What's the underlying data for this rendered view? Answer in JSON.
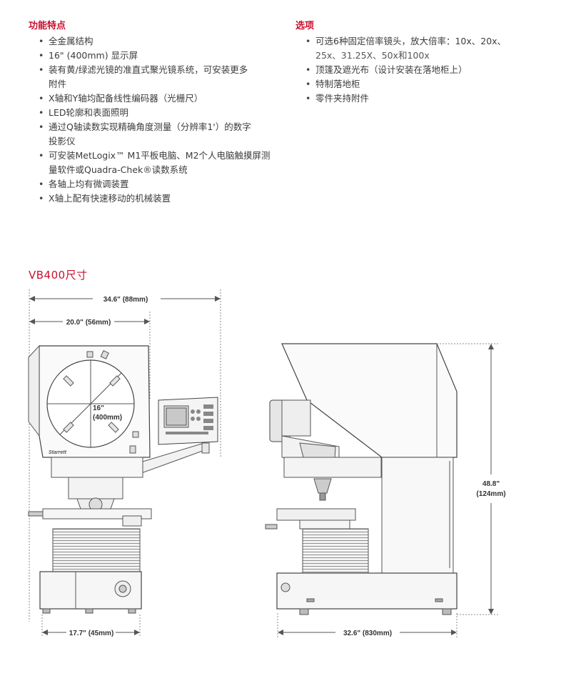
{
  "features": {
    "title": "功能特点",
    "items": [
      "全金属结构",
      "16\" (400mm) 显示屏",
      "装有黄/绿滤光镜的准直式聚光镜系统，可安装更多",
      "附件",
      "X轴和Y轴均配备线性编码器（光栅尺）",
      "LED轮廓和表面照明",
      "通过Q轴读数实现精确角度测量（分辨率1'）的数字",
      "投影仪",
      "可安装MetLogix™ M1平板电脑、M2个人电脑触摸屏测",
      "量软件或Quadra-Chek®读数系统",
      "各轴上均有微调装置",
      "X轴上配有快速移动的机械装置"
    ]
  },
  "options": {
    "title": "选项",
    "items": [
      "可选6种固定倍率镜头，放大倍率：10x、20x、",
      "25x、31.25X、50x和100x",
      "顶篷及遮光布（设计安装在落地柜上）",
      "特制落地柜",
      "零件夹持附件"
    ]
  },
  "dimensions": {
    "title": "VB400尺寸",
    "overall_width": "34.6\" (88mm)",
    "screen_offset": "20.0\" (56mm)",
    "screen_size_line1": "16\"",
    "screen_size_line2": "(400mm)",
    "base_width": "17.7\" (45mm)",
    "side_depth": "32.6\" (830mm)",
    "height_line1": "48.8\"",
    "height_line2": "(124mm)",
    "brand": "Starrett"
  },
  "colors": {
    "accent": "#c8102e",
    "line": "#555555"
  }
}
